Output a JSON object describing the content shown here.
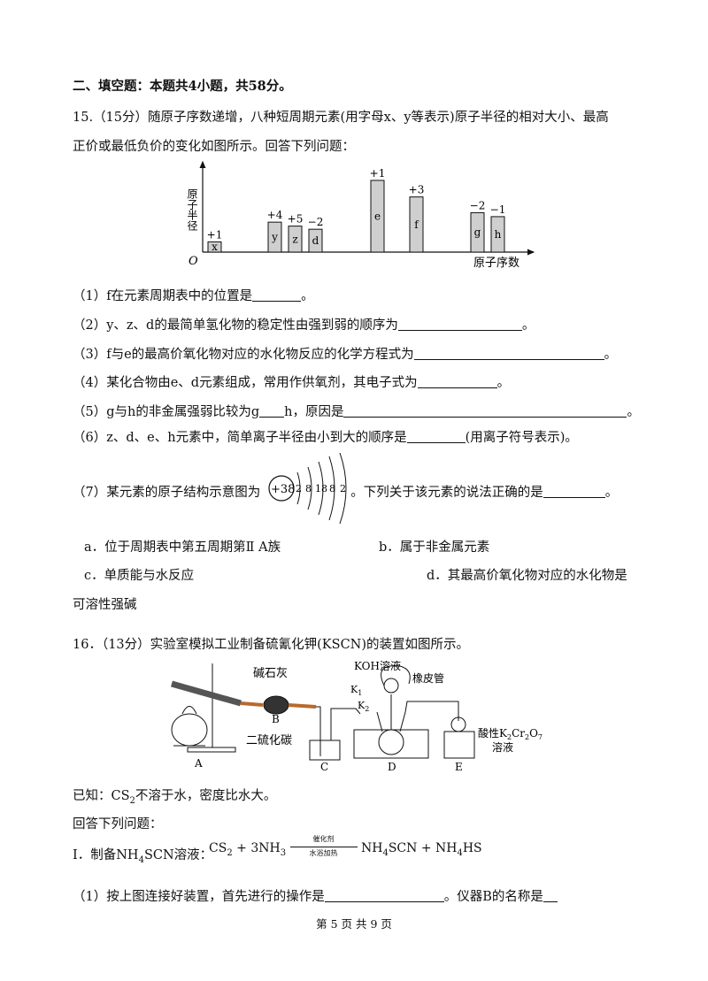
{
  "section_title": "二、填空题：本题共4小题，共58分。",
  "q15": {
    "number": "15.",
    "points": "（15分）",
    "stem_line1": "随原子序数递增，八种短周期元素(用字母x、y等表示)原子半径的相对大小、最高",
    "stem_line2": "正价或最低负价的变化如图所示。回答下列问题：",
    "chart_data": {
      "type": "bar",
      "ylabel": "原子半径",
      "xlabel": "原子序数",
      "origin_label": "O",
      "categories": [
        "x",
        "y",
        "z",
        "d",
        "e",
        "f",
        "g",
        "h"
      ],
      "values": [
        13,
        38,
        33,
        29,
        91,
        70,
        50,
        45
      ],
      "valence_labels": [
        "+1",
        "+4",
        "+5",
        "−2",
        "+1",
        "+3",
        "−2",
        "−1"
      ],
      "ylim": [
        0,
        110
      ],
      "grid": false
    },
    "sub1": "（1）f在元素周期表中的位置是",
    "sub1_end": "。",
    "sub2": "（2）y、z、d的最简单氢化物的稳定性由强到弱的顺序为",
    "sub2_end": "。",
    "sub3": "（3）f与e的最高价氧化物对应的水化物反应的化学方程式为",
    "sub3_end": "。",
    "sub4": "（4）某化合物由e、d元素组成，常用作供氧剂，其电子式为",
    "sub4_end": "。",
    "sub5_a": "（5）g与h的非金属强弱比较为g",
    "sub5_b": "h，原因是",
    "sub5_end": "。",
    "sub6": "（6）z、d、e、h元素中，简单离子半径由小到大的顺序是",
    "sub6_end": "(用离子符号表示)。",
    "sub7_a": "（7）某元素的原子结构示意图为",
    "sub7_b": "。下列关于该元素的说法正确的是",
    "sub7_end": "。",
    "atom": {
      "nucleus": "+38",
      "shells": [
        "2",
        "8",
        "18",
        "8",
        "2"
      ]
    },
    "opt_a": "a．位于周期表中第五周期第Ⅱ A族",
    "opt_b": "b．属于非金属元素",
    "opt_c": "c．单质能与水反应",
    "opt_d": "d．其最高价氧化物对应的水化物是",
    "opt_d_cont": "可溶性强碱"
  },
  "q16": {
    "number": "16．",
    "points": "（13分）",
    "stem": "实验室模拟工业制备硫氰化钾(KSCN)的装置如图所示。",
    "apparatus": {
      "label_A": "A",
      "label_B": "B",
      "label_C": "C",
      "label_D": "D",
      "label_E": "E",
      "soda_lime": "碱石灰",
      "koh": "KOH溶液",
      "rubber_tube": "橡皮管",
      "k1": "K",
      "k1_sub": "1",
      "k2": "K",
      "k2_sub": "2",
      "cs2": "二硫化碳",
      "acid_dichromate_a": "酸性K",
      "sub_2a": "2",
      "cr": "Cr",
      "sub_2b": "2",
      "o": "O",
      "sub_7": "7",
      "solution": "溶液"
    },
    "known_a": "已知：CS",
    "known_sub": "2",
    "known_b": "不溶于水，密度比水大。",
    "answer_prompt": "回答下列问题：",
    "part1_a": "I．制备NH",
    "part1_sub": "4",
    "part1_b": "SCN溶液：",
    "eq": {
      "cs": "CS",
      "s2": "2",
      "plus1": " + 3NH",
      "s3": "3",
      "cond_top": "催化剂",
      "cond_bottom": "水浴加热",
      "prod1": "NH",
      "s4a": "4",
      "prod1b": "SCN + NH",
      "s4b": "4",
      "prod2": "HS"
    },
    "sub1_a": "（1）按上图连接好装置，首先进行的操作是",
    "sub1_b": "。仪器B的名称是"
  },
  "footer": "第 5 页 共 9 页"
}
